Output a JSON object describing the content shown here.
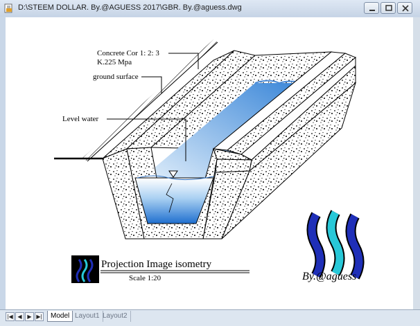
{
  "window": {
    "title": "D:\\STEEM  DOLLAR. By.@AGUESS 2017\\GBR. By.@aguess.dwg"
  },
  "drawing": {
    "label_concrete": "Concrete Cor 1: 2: 3",
    "label_strength": "K.225 Mpa",
    "label_ground": "ground surface",
    "label_water": "Level water",
    "title": "Projection Image isometry",
    "scale": "Scale 1:20",
    "author": "By.@aguess"
  },
  "tabs": [
    {
      "label": "Model"
    },
    {
      "label": "Layout1"
    },
    {
      "label": "Layout2"
    }
  ],
  "colors": {
    "water_light": "#e6f2fb",
    "water_mid": "#7fb6e6",
    "water_dark": "#1f6fcf",
    "logo_blue": "#1f2fb8",
    "logo_cyan": "#28c8d8"
  }
}
